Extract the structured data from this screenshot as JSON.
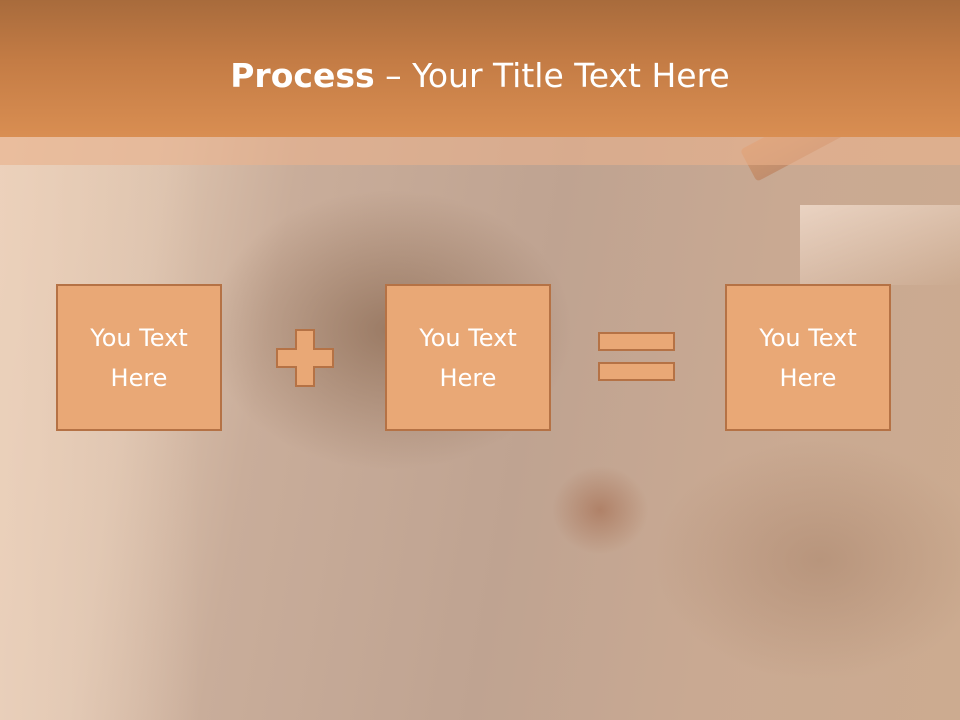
{
  "slide": {
    "title_bold": "Process",
    "title_rest": " – Your Title Text Here"
  },
  "boxes": [
    {
      "line1": "You Text",
      "line2": "Here"
    },
    {
      "line1": "You Text",
      "line2": "Here"
    },
    {
      "line1": "You Text",
      "line2": "Here"
    }
  ],
  "operators": [
    "plus",
    "equals"
  ],
  "colors": {
    "header": "#c47c45",
    "box_fill": "#e9a876",
    "box_border": "#b57245",
    "text": "#ffffff"
  }
}
